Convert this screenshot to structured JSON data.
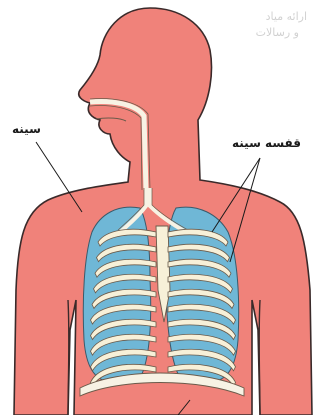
{
  "labels": {
    "chest": "سینه",
    "rib_cage": "قفسه سینه"
  },
  "faded_text": {
    "line1": "ارائه میاد",
    "line2": "و رسالات"
  },
  "colors": {
    "body": "#f0827a",
    "body_outline": "#3a2a2a",
    "lungs": "#6fb7d6",
    "ribs": "#f7f0d8",
    "rib_outline": "#6a5a4a",
    "airway": "#f7f2e4",
    "diaphragm": "#f7f2e4"
  }
}
